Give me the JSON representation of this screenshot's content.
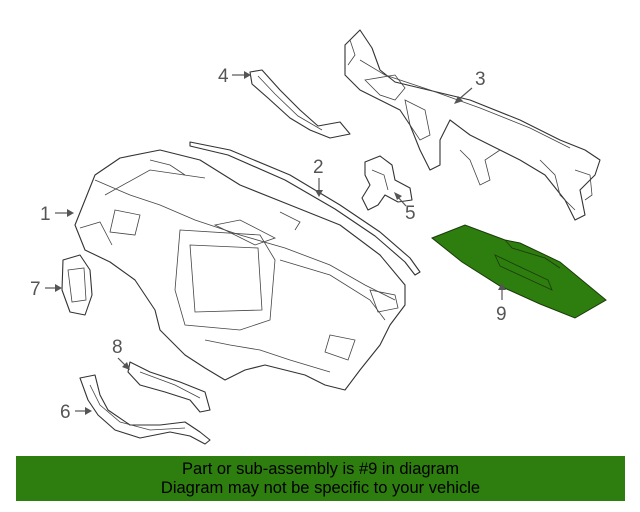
{
  "diagram": {
    "callouts": [
      "1",
      "2",
      "3",
      "4",
      "5",
      "6",
      "7",
      "8",
      "9"
    ],
    "highlight_color": "#2e7d0f",
    "highlighted_part": "9"
  },
  "banner": {
    "line1": "Part or sub-assembly is #9 in diagram",
    "line2": "Diagram may not be specific to your vehicle",
    "background": "#2e7d0f"
  }
}
